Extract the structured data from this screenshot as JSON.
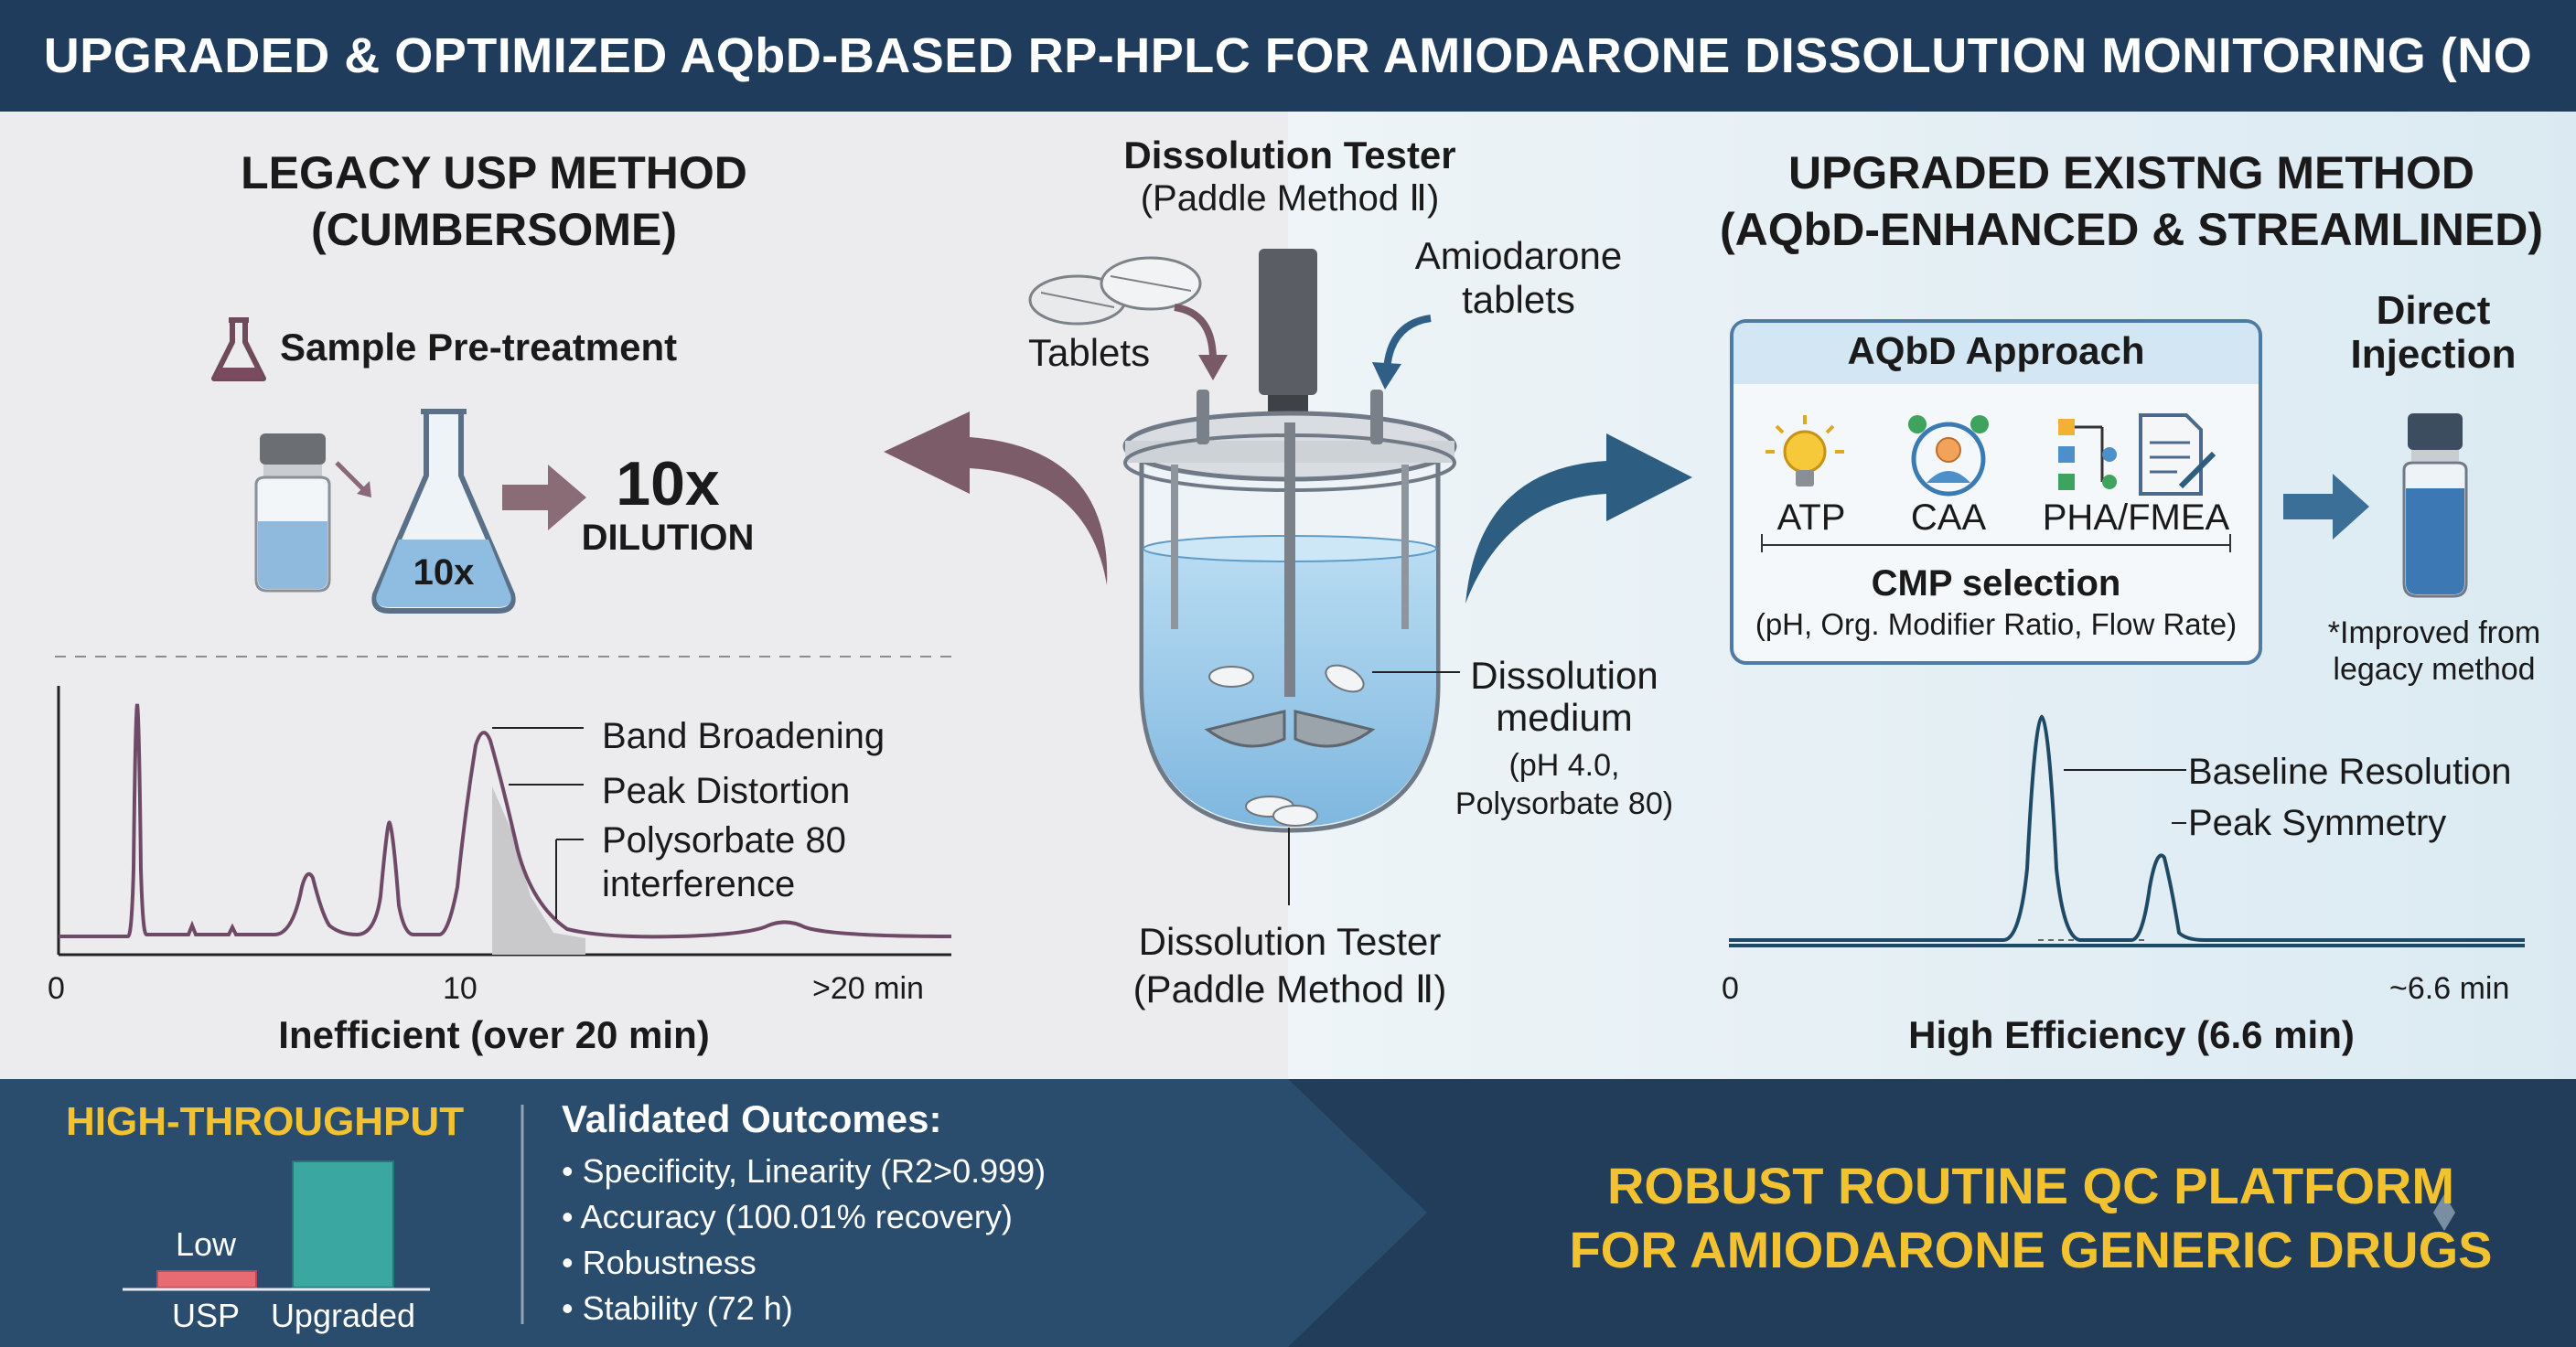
{
  "header": {
    "title": "UPGRADED & OPTIMIZED AQbD-BASED RP-HPLC FOR AMIODARONE DISSOLUTION MONITORING (NO DILUTION)"
  },
  "colors": {
    "header_bg": "#1f3c5c",
    "legacy_trace": "#6e4a66",
    "upgraded_trace": "#1f4a66",
    "accent_gold": "#f2c230",
    "usp_bar": "#e86a73",
    "upgraded_bar": "#3aa8a0"
  },
  "legacy": {
    "title_line1": "LEGACY USP METHOD",
    "title_line2": "(CUMBERSOME)",
    "pretreatment_label": "Sample Pre-treatment",
    "flask_label": "10x",
    "dilution_value": "10x",
    "dilution_label": "DILUTION",
    "annotations": [
      "Band Broadening",
      "Peak Distortion",
      "Polysorbate 80",
      "interference"
    ],
    "x_ticks": [
      "0",
      "10",
      ">20 min"
    ],
    "caption": "Inefficient (over 20 min)"
  },
  "center": {
    "top_title": "Dissolution Tester",
    "top_subtitle": "(Paddle Method Ⅱ)",
    "tablets_label": "Tablets",
    "amiodarone_line1": "Amiodarone",
    "amiodarone_line2": "tablets",
    "medium_line1": "Dissolution",
    "medium_line2": "medium",
    "medium_line3": "(pH 4.0,",
    "medium_line4": "Polysorbate 80)",
    "bottom_title": "Dissolution Tester",
    "bottom_subtitle": "(Paddle Method Ⅱ)"
  },
  "upgraded": {
    "title_line1": "UPGRADED EXISTNG METHOD",
    "title_line2": "(AQbD-ENHANCED & STREAMLINED)",
    "approach_title": "AQbD Approach",
    "items": [
      {
        "label": "ATP",
        "icon": "lightbulb-icon"
      },
      {
        "label": "CAA",
        "icon": "analyst-icon"
      },
      {
        "label": "PHA/FMEA",
        "icon": "flowchart-document-icon"
      }
    ],
    "cmp_title": "CMP selection",
    "cmp_detail": "(pH, Org. Modifier Ratio, Flow Rate)",
    "direct_line1": "Direct",
    "direct_line2": "Injection",
    "improved_line1": "*Improved from",
    "improved_line2": "legacy method",
    "annotations": [
      "Baseline Resolution",
      "Peak Symmetry"
    ],
    "x_ticks": [
      "0",
      "~6.6 min"
    ],
    "caption": "High Efficiency (6.6 min)"
  },
  "bottom": {
    "throughput_title": "HIGH-THROUGHPUT",
    "bar_low_label": "Low",
    "bar_categories": [
      "USP",
      "Upgraded"
    ],
    "outcomes_title": "Validated Outcomes:",
    "outcomes": [
      "• Specificity, Linearity (R2>0.999)",
      "• Accuracy (100.01% recovery)",
      "• Robustness",
      "• Stability (72 h)"
    ],
    "conclusion_line1": "ROBUST ROUTINE QC PLATFORM",
    "conclusion_line2": "FOR AMIODARONE GENERIC DRUGS"
  }
}
